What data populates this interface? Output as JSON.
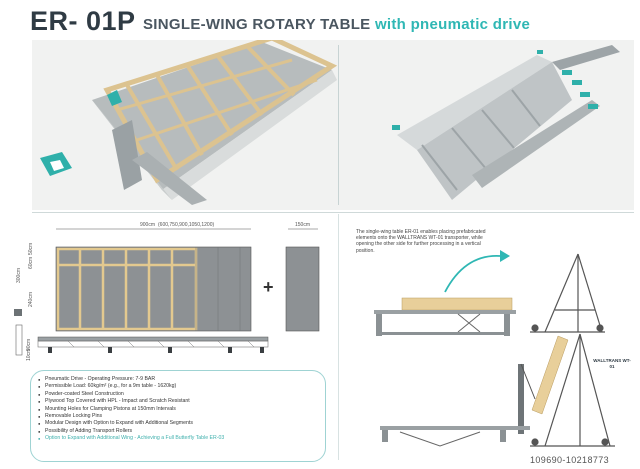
{
  "header": {
    "code": "ER- 01P",
    "title": "SINGLE-WING ROTARY TABLE",
    "title_accent": "with pneumatic drive"
  },
  "drawing": {
    "dim_total": "900cm",
    "dim_options": "(600,750,900,1050,1200)",
    "dim_segment": "150cm",
    "dim_height_total": "300cm",
    "dim_height_a": "50cm",
    "dim_height_b": "60cm",
    "dim_height_c": "240cm",
    "dim_side_a": "90cm",
    "dim_side_b": "10cm"
  },
  "specs": [
    "Pneumatic Drive - Operating Pressure: 7-9 BAR",
    "Permissible Load: 60kg/m² (e.g., for a 9m table - 1620kg)",
    "Powder-coated Steel Construction",
    "Plywood Top Covered with HPL - Impact and Scratch Resistant",
    "Mounting Holes for Clamping Pistons at 150mm Intervals",
    "Removable Locking Pins",
    "Modular Design with Option to Expand with Additional Segments",
    "Possibility of Adding Transport Rollers",
    "Option to Expand with Additional Wing - Achieving a Full Butterfly Table ER-03"
  ],
  "description": "The single-wing table ER-01 enables placing prefabricated elements onto the WALLTRANS WT-01 transporter, while opening the other side for further processing in a vertical position.",
  "wt_label": "WALLTRANS WT-01",
  "reference": "109690-10218773",
  "colors": {
    "accent": "#2fb7b4",
    "title": "#2f3b44",
    "wood": "#e8cf9a",
    "panel": "#8a8f92"
  }
}
